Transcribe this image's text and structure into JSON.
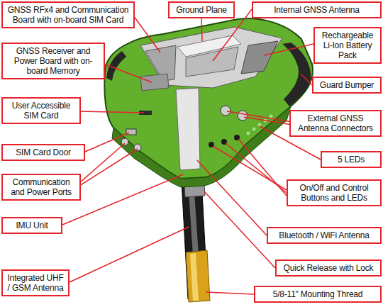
{
  "diagram": {
    "nodes": [
      {
        "text": [
          "GNSS RFx4 and Communication Board with on-board SIM Card"
        ]
      },
      {
        "text": [
          "Ground Plane"
        ]
      },
      {
        "text": [
          "Internal GNSS Antenna"
        ]
      },
      {
        "text": [
          "GNSS Receiver and Power Board with on-board Memory"
        ]
      },
      {
        "text": [
          "Rechargeable Li-Ion Battery Pack"
        ]
      },
      {
        "text": [
          "Guard Bumper"
        ]
      },
      {
        "text": [
          "User Accessible SIM Card"
        ]
      },
      {
        "text": [
          "External GNSS Antenna Connectors"
        ]
      },
      {
        "text": [
          "SIM Card Door"
        ]
      },
      {
        "text": [
          "5 LEDs"
        ]
      },
      {
        "text": [
          "Communication and Power Ports"
        ]
      },
      {
        "text": [
          "On/Off and Control Buttons and LEDs"
        ]
      },
      {
        "text": [
          "IMU Unit"
        ]
      },
      {
        "text": [
          "Bluetooth / WiFi Antenna"
        ]
      },
      {
        "text": [
          "Quick Release with Lock"
        ]
      },
      {
        "text": [
          "Integrated UHF / GSM Antenna"
        ]
      },
      {
        "text": [
          "5/8-11\" Mounting Thread"
        ]
      }
    ]
  }
}
